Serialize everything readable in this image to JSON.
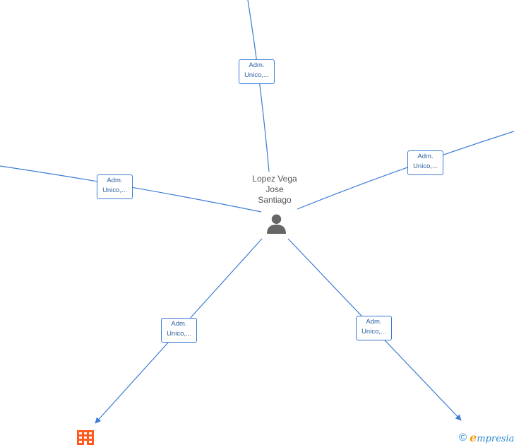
{
  "center": {
    "name_lines": [
      "Lopez Vega",
      "Jose",
      "Santiago"
    ],
    "icon": "person-icon"
  },
  "edges": [
    {
      "id": "north",
      "role_lines": [
        "Adm.",
        "Unico,..."
      ]
    },
    {
      "id": "west",
      "role_lines": [
        "Adm.",
        "Unico,..."
      ]
    },
    {
      "id": "east",
      "role_lines": [
        "Adm.",
        "Unico,..."
      ]
    },
    {
      "id": "southwest",
      "role_lines": [
        "Adm.",
        "Unico,..."
      ]
    },
    {
      "id": "southeast",
      "role_lines": [
        "Adm.",
        "Unico,..."
      ]
    }
  ],
  "nodes": {
    "company_icon": "building-icon"
  },
  "watermark": {
    "symbol": "©",
    "brand_initial": "e",
    "brand_rest": "mpresia"
  },
  "colors": {
    "edge": "#3a7bd5",
    "label_text": "#2b5f9e",
    "person_icon": "#666666",
    "company_icon": "#ff5a1f",
    "brand": "#2a8ad1",
    "brand_accent": "#f39c12"
  }
}
